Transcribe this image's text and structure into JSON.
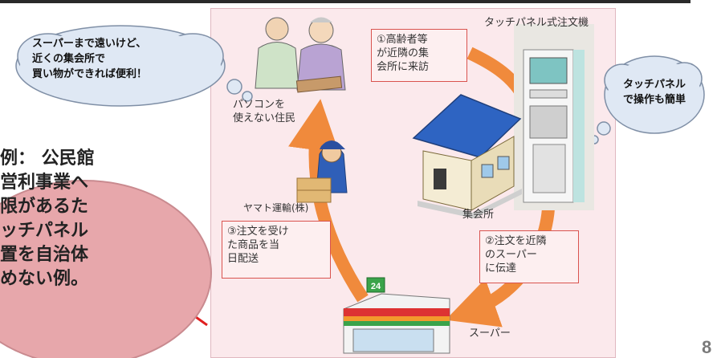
{
  "thought_bubble_left": "スーパーまで遠いけど、\n近くの集会所で\n買い物ができれば便利！",
  "thought_bubble_right": "タッチパネル\nで操作も簡単",
  "speech_bubble_left": "例： 公民館\n営利事業へ\n限があるた\nッチパネル\n置を自治体\nめない例。",
  "label_kiosk": "タッチパネル式注文機",
  "label_residents": "パソコンを\n使えない住民",
  "label_yamato": "ヤマト運輸(株)",
  "label_hall": "集会所",
  "label_super": "スーパー",
  "step1": "①高齢者等\nが近隣の集\n会所に来訪",
  "step2": "②注文を近隣\nのスーパー\nに伝達",
  "step3": "③注文を受け\nた商品を当\n日配送",
  "store_sign": "24",
  "page_number": "8",
  "colors": {
    "arrow": "#f08a3c",
    "panel": "#fbe9ec",
    "bubble": "#e7a7ab",
    "cloud": "#dfe8f4",
    "step_border": "#d9534f"
  }
}
